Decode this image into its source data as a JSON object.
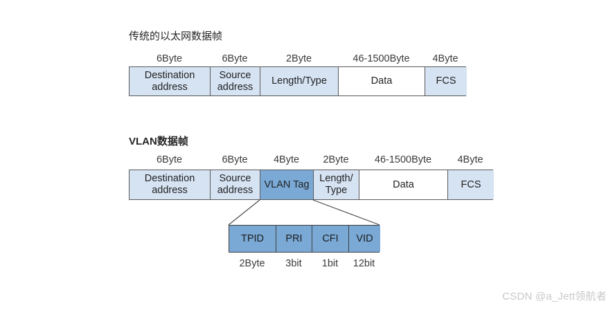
{
  "diagram": {
    "ethernet": {
      "title": "传统的以太网数据帧",
      "size_labels": [
        "6Byte",
        "6Byte",
        "2Byte",
        "46-1500Byte",
        "4Byte"
      ],
      "fields": [
        {
          "label": "Destination address",
          "fill": "light"
        },
        {
          "label": "Source address",
          "fill": "light"
        },
        {
          "label": "Length/Type",
          "fill": "light"
        },
        {
          "label": "Data",
          "fill": "white"
        },
        {
          "label": "FCS",
          "fill": "light"
        }
      ]
    },
    "vlan": {
      "title": "VLAN数据帧",
      "size_labels": [
        "6Byte",
        "6Byte",
        "4Byte",
        "2Byte",
        "46-1500Byte",
        "4Byte"
      ],
      "fields": [
        {
          "label": "Destination address",
          "fill": "light"
        },
        {
          "label": "Source address",
          "fill": "light"
        },
        {
          "label": "VLAN Tag",
          "fill": "dark"
        },
        {
          "label": "Length/ Type",
          "fill": "light"
        },
        {
          "label": "Data",
          "fill": "white"
        },
        {
          "label": "FCS",
          "fill": "light"
        }
      ]
    },
    "vlan_tag_detail": {
      "fields": [
        {
          "label": "TPID"
        },
        {
          "label": "PRI"
        },
        {
          "label": "CFI"
        },
        {
          "label": "VID"
        }
      ],
      "size_labels": [
        "2Byte",
        "3bit",
        "1bit",
        "12bit"
      ]
    },
    "colors": {
      "fill_light": "#d6e3f3",
      "fill_dark": "#7aa9d6",
      "fill_white": "#ffffff",
      "border": "#595959",
      "text": "#222222",
      "watermark": "#c8c8c8"
    }
  },
  "watermark": {
    "text": "CSDN @a_Jett领航者"
  }
}
